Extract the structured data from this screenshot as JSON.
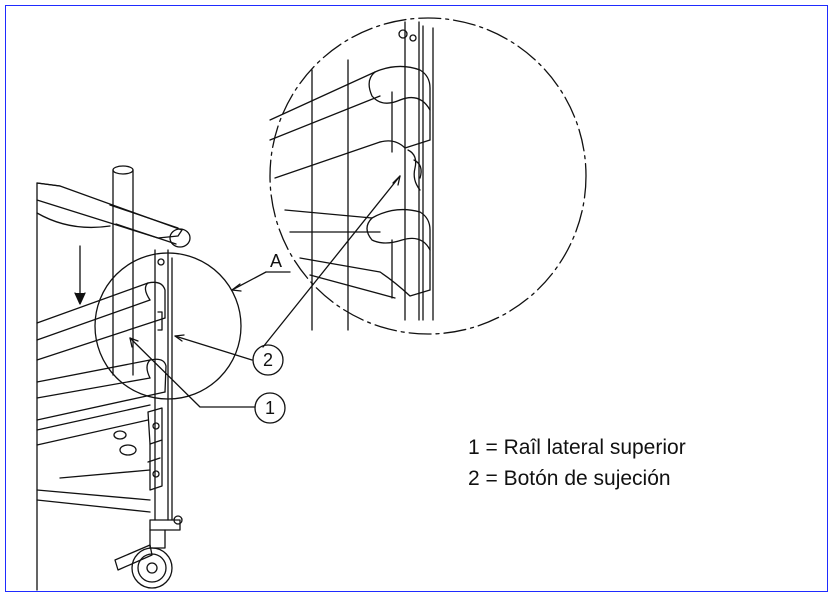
{
  "detail_label": "A",
  "callouts": [
    {
      "number": "1"
    },
    {
      "number": "2"
    }
  ],
  "legend": [
    {
      "text": "1 = Raîl lateral superior"
    },
    {
      "text": "2 = Botón de sujeción"
    }
  ],
  "colors": {
    "frame_border": "#1f2bff",
    "line": "#111111",
    "background": "#ffffff"
  }
}
